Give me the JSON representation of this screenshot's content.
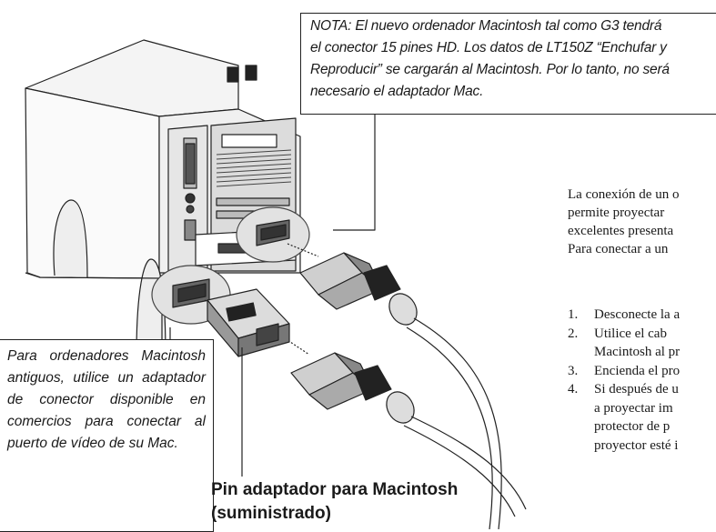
{
  "note": {
    "lines": [
      "NOTA: El nuevo ordenador Macintosh tal como G3 tendrá",
      "el conector 15 pines HD. Los datos de LT150Z “Enchufar y",
      "Reproducir” se cargarán al Macintosh. Por lo tanto, no será",
      "necesario el adaptador Mac."
    ]
  },
  "old_mac_note": "Para ordenadores Macintosh antiguos, utilice un adaptador de conector disponible en comercios para conectar al puerto de vídeo de su Mac.",
  "pin_caption": {
    "line1": "Pin adaptador para Macintosh",
    "line2": "(suministrado)"
  },
  "body": {
    "lines": [
      "La conexión de un o",
      "permite proyectar",
      "excelentes presenta",
      "Para conectar a un"
    ]
  },
  "steps": [
    {
      "number": "1.",
      "lines": [
        "Desconecte la a"
      ]
    },
    {
      "number": "2.",
      "lines": [
        "Utilice el cab",
        "Macintosh al pr"
      ]
    },
    {
      "number": "3.",
      "lines": [
        "Encienda el pro"
      ]
    },
    {
      "number": "4.",
      "lines": [
        "Si después de u",
        "a proyectar im",
        "protector de p",
        "proyector esté i"
      ]
    }
  ]
}
